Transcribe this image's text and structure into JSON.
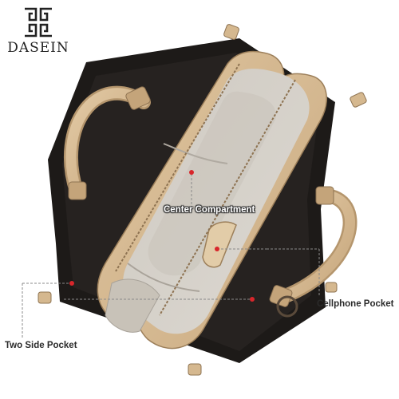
{
  "brand": {
    "name": "DASEIN",
    "logo_icon": "dasein-interlocking-logo-icon"
  },
  "callouts": [
    {
      "id": "center",
      "text": "Center Compartment",
      "icon": "marker-dot-icon"
    },
    {
      "id": "cellphone",
      "text": "Cellphone Pocket",
      "icon": "marker-dot-icon"
    },
    {
      "id": "side",
      "text": "Two Side Pocket",
      "icon": "marker-dot-icon"
    }
  ],
  "colors": {
    "leather": "#d5b88f",
    "leather_dark": "#b89a70",
    "lining": "#d3cfc8",
    "lining_shadow": "#a9a39a",
    "interior_dark": "#1e1a18",
    "marker": "#d8262b",
    "leader_line": "#8a8a8a"
  }
}
